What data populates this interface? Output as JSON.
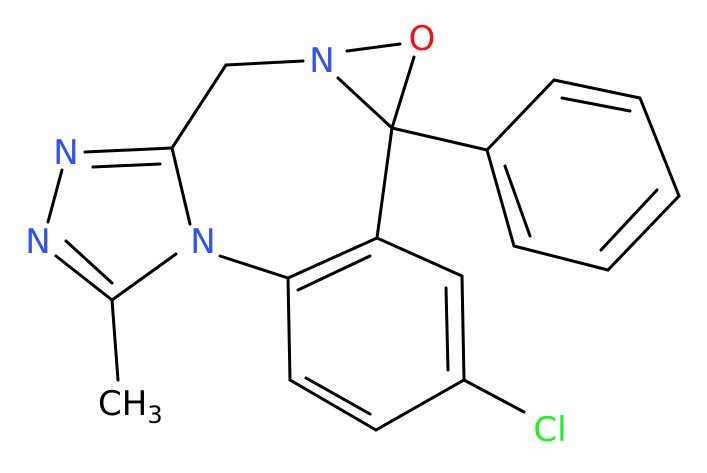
{
  "molecule": {
    "atoms": {
      "n_top": "N",
      "o_epoxide": "O",
      "n_triazole_upper": "N",
      "n_triazole_lower": "N",
      "n_ring_fusion": "N",
      "methyl": "CH",
      "methyl_subscript": "3",
      "chlorine": "Cl"
    },
    "colors": {
      "bond": "#000000",
      "nitrogen": "#3050F8",
      "oxygen": "#FF0D0D",
      "chlorine": "#1FF01F",
      "carbon": "#000000"
    }
  }
}
